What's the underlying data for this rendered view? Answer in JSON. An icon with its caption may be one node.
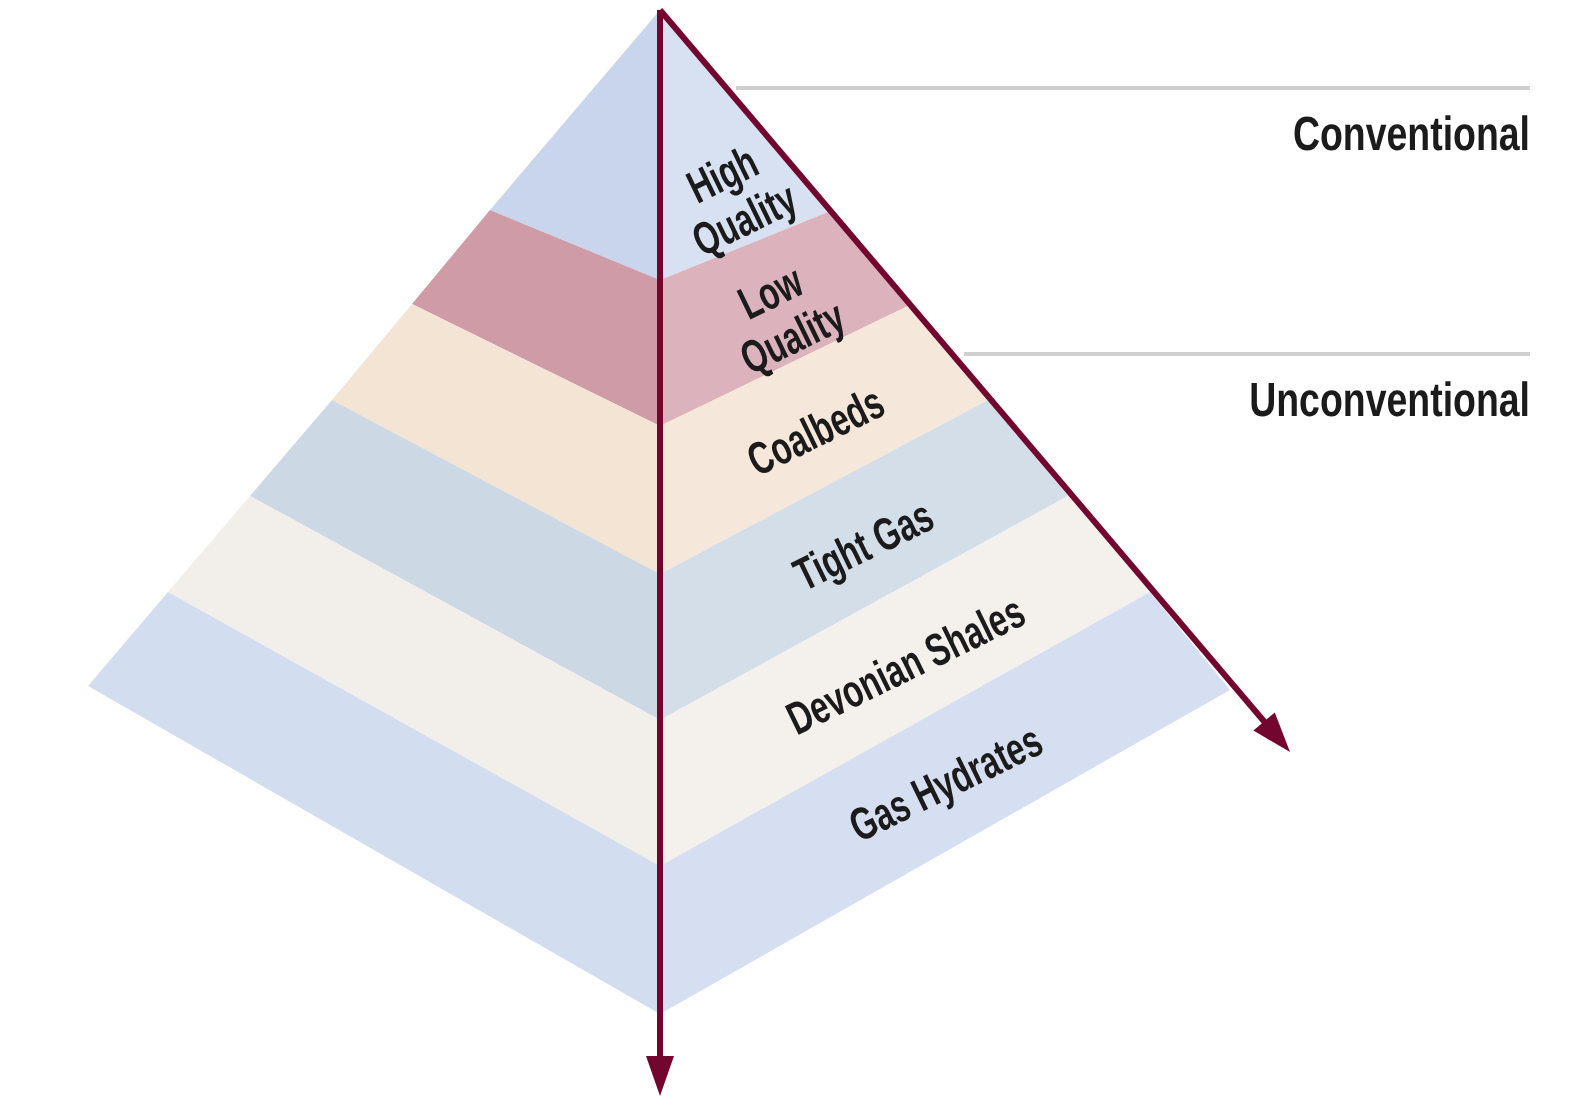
{
  "diagram": {
    "nodes": [
      {
        "text": [
          "High Quality"
        ]
      },
      {
        "text": [
          "Low Quality"
        ]
      },
      {
        "text": [
          "Coalbeds"
        ]
      },
      {
        "text": [
          "Tight Gas"
        ]
      },
      {
        "text": [
          "Devonian Shales"
        ]
      },
      {
        "text": [
          "Gas Hydrates"
        ]
      }
    ],
    "labels": [
      "Conventional",
      "Unconventional"
    ]
  }
}
